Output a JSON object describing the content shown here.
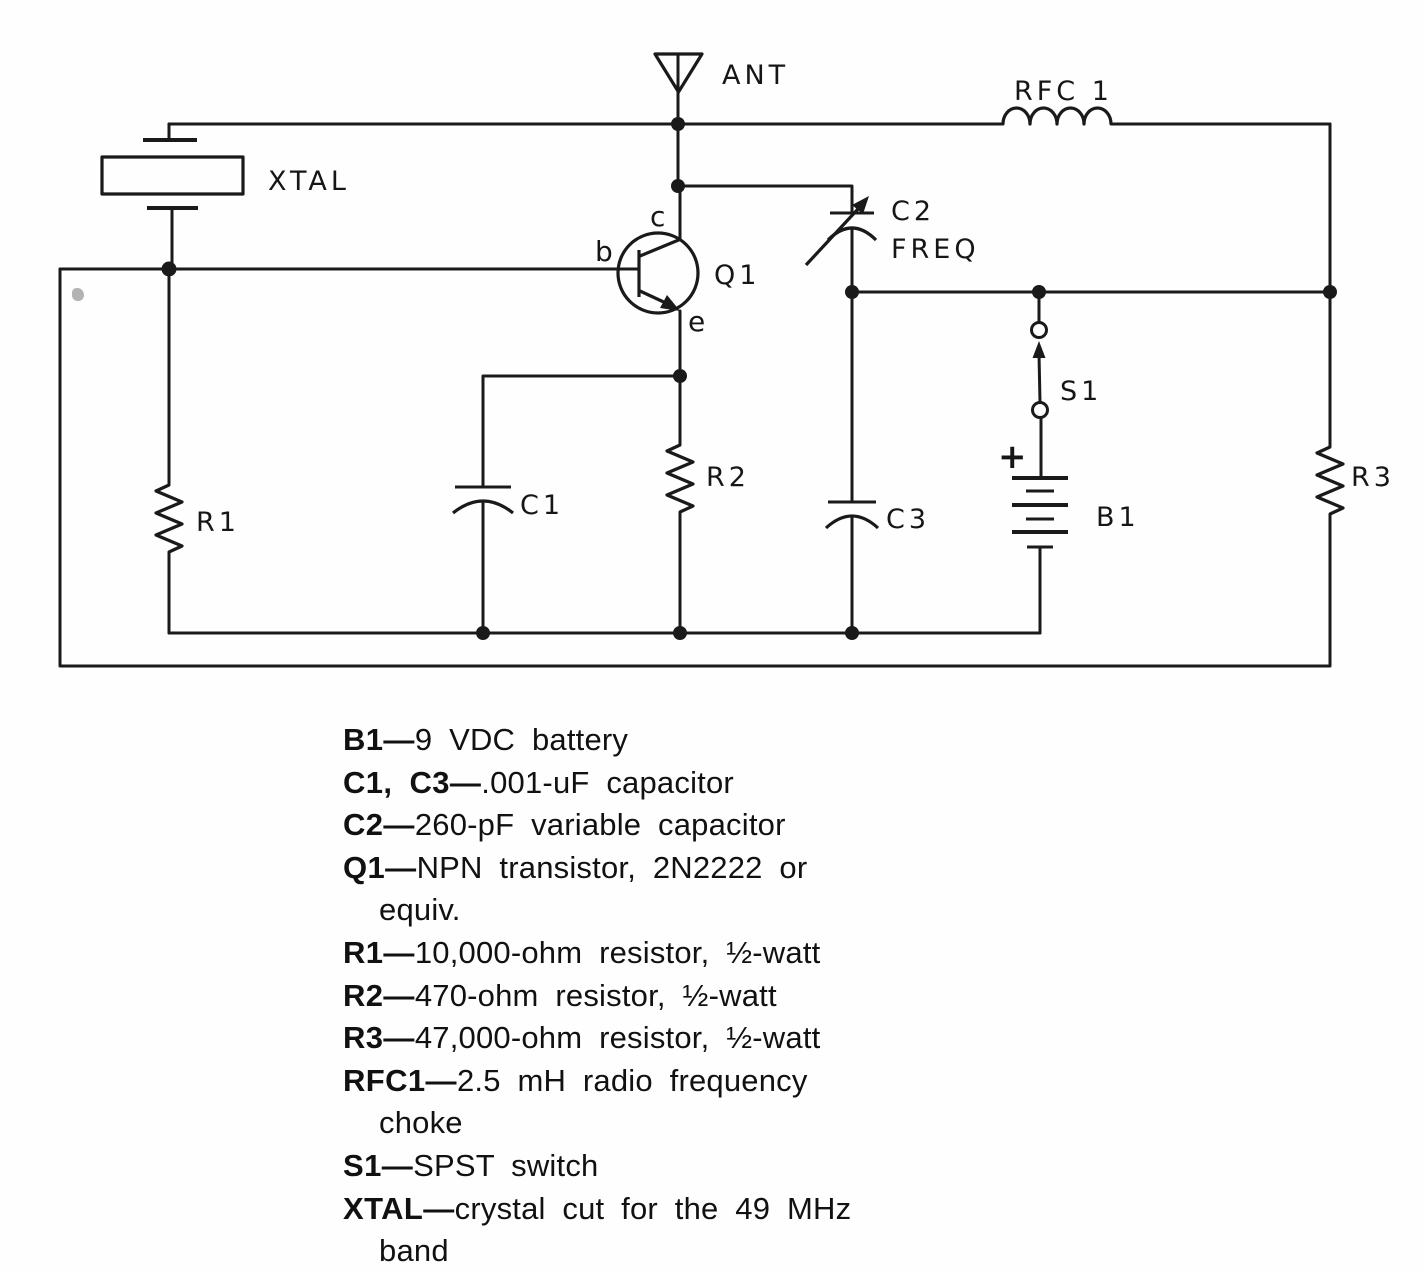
{
  "figure": {
    "background": "#fefefe",
    "ink": "#1a1a1a"
  },
  "schematic": {
    "labels": {
      "antenna": "ANT",
      "crystal": "XTAL",
      "choke": "RFC 1",
      "cap_variable": "C2",
      "cap_variable_function": "FREQ",
      "transistor": "Q1",
      "transistor_base": "b",
      "transistor_collector": "c",
      "transistor_emitter": "e",
      "resistor1": "R1",
      "resistor2": "R2",
      "resistor3": "R3",
      "cap1": "C1",
      "cap3": "C3",
      "switch": "S1",
      "battery": "B1",
      "battery_polarity": "+"
    }
  },
  "parts_list": {
    "lines": [
      {
        "ref": "B1—",
        "rest": "9 VDC battery"
      },
      {
        "ref": "C1, C3—",
        "rest": ".001-uF capacitor"
      },
      {
        "ref": "C2—",
        "rest": "260-pF variable capacitor"
      },
      {
        "ref": "Q1—",
        "rest": "NPN transistor, 2N2222 or"
      },
      {
        "ref": "",
        "rest": "equiv."
      },
      {
        "ref": "R1—",
        "rest": "10,000-ohm resistor, ½-watt"
      },
      {
        "ref": "R2—",
        "rest": "470-ohm resistor, ½-watt"
      },
      {
        "ref": "R3—",
        "rest": "47,000-ohm resistor, ½-watt"
      },
      {
        "ref": "RFC1—",
        "rest": "2.5 mH radio frequency"
      },
      {
        "ref": "",
        "rest": "choke"
      },
      {
        "ref": "S1—",
        "rest": "SPST switch"
      },
      {
        "ref": "XTAL—",
        "rest": "crystal cut for the 49 MHz"
      },
      {
        "ref": "",
        "rest": "band"
      }
    ]
  }
}
